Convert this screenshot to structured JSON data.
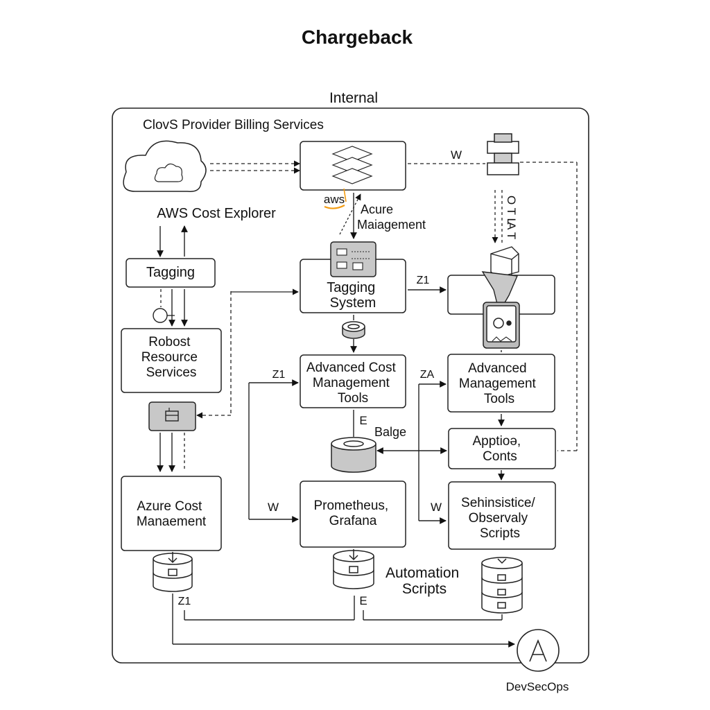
{
  "title": "Chargeback",
  "frame": {
    "label": "Internal",
    "sublabel": "ClovS Provider Billing Services"
  },
  "nodes": {
    "aws_cost_explorer": "AWS Cost Explorer",
    "tagging": "Tagging",
    "robost": [
      "Robost",
      "Resource",
      "Services"
    ],
    "azure_cost": [
      "Azure Cost",
      "Manaement"
    ],
    "aws_logo": "aws",
    "acure_mgmt": [
      "Acure",
      "Maiagement"
    ],
    "tagging_system": [
      "Tagging",
      "System"
    ],
    "adv_cost_tools": [
      "Advanced Cost",
      "Management",
      "Tools"
    ],
    "balge": "Balge",
    "prometheus": [
      "Prometheus,",
      "Grafana"
    ],
    "automation": [
      "Automation",
      "Scripts"
    ],
    "adv_mgmt_tools": [
      "Advanced",
      "Management",
      "Tools"
    ],
    "apptio": [
      "Apptioə,",
      "Conts"
    ],
    "sehinisistice": [
      "Sehinsistice/",
      "Observaly",
      "Scripts"
    ],
    "devsecops": "DevSecOps"
  },
  "edge_labels": {
    "w_top": "W",
    "otl": "O T L",
    "at": "A T",
    "z1_tag": "Z1",
    "z1_adv": "Z1",
    "za": "ZA",
    "w_left": "W",
    "w_right": "W",
    "z1_bottom": "Z1",
    "e_balge": "E",
    "e_bottom": "E"
  }
}
